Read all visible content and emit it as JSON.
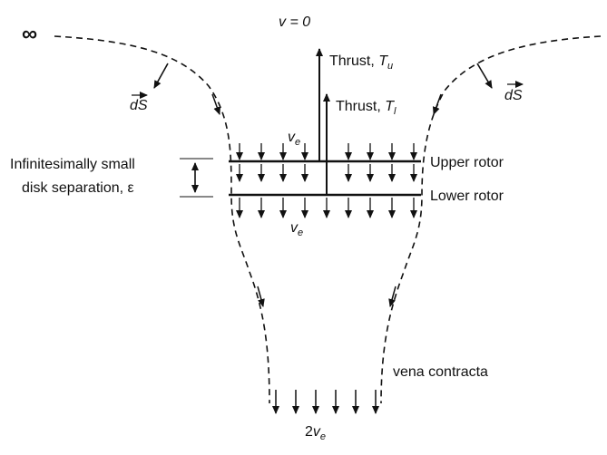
{
  "labels": {
    "infinity": "∞",
    "v_zero": "v = 0",
    "thrust_upper_prefix": "Thrust,",
    "thrust_upper_symbol": "T",
    "thrust_upper_sub": "u",
    "thrust_lower_prefix": "Thrust,",
    "thrust_lower_symbol": "T",
    "thrust_lower_sub": "l",
    "v_e_upper_symbol": "v",
    "v_e_upper_sub": "e",
    "v_e_lower_symbol": "v",
    "v_e_lower_sub": "e",
    "upper_rotor": "Upper rotor",
    "lower_rotor": "Lower rotor",
    "separation_line1": "Infinitesimally small",
    "separation_line2": "disk separation, ε",
    "ds_left_symbol": "dS",
    "ds_right_symbol": "dS",
    "vena_contracta": "vena contracta",
    "two_v_e_prefix": "2",
    "two_v_e_symbol": "v",
    "two_v_e_sub": "e"
  }
}
